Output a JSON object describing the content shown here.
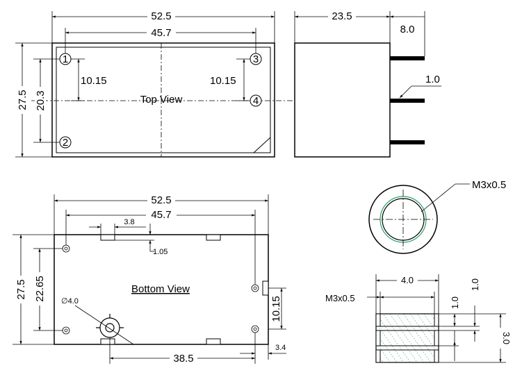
{
  "top_view": {
    "label": "Top View",
    "width_overall": "52.5",
    "width_pins": "45.7",
    "height_overall": "27.5",
    "height_pins": "20.3",
    "pitch_left": "10.15",
    "pitch_right": "10.15",
    "pins": [
      "1",
      "2",
      "3",
      "4"
    ]
  },
  "side_view": {
    "depth": "23.5",
    "pin_length": "8.0",
    "pin_diameter": "1.0"
  },
  "bottom_view": {
    "label": "Bottom View",
    "width_overall": "52.5",
    "width_holes": "45.7",
    "height_overall": "27.5",
    "height_holes": "22.65",
    "standoff_width": "3.8",
    "standoff_height": "1.05",
    "hole_diameter": "∅4.0",
    "pitch_right": "10.15",
    "offset_bottom": "38.5",
    "edge_offset": "3.4"
  },
  "insert": {
    "thread_top": "M3x0.5",
    "thread_side": "M3x0.5",
    "width": "4.0",
    "top_gap": "1.0",
    "mid_gap": "1.0",
    "height": "3.0"
  }
}
